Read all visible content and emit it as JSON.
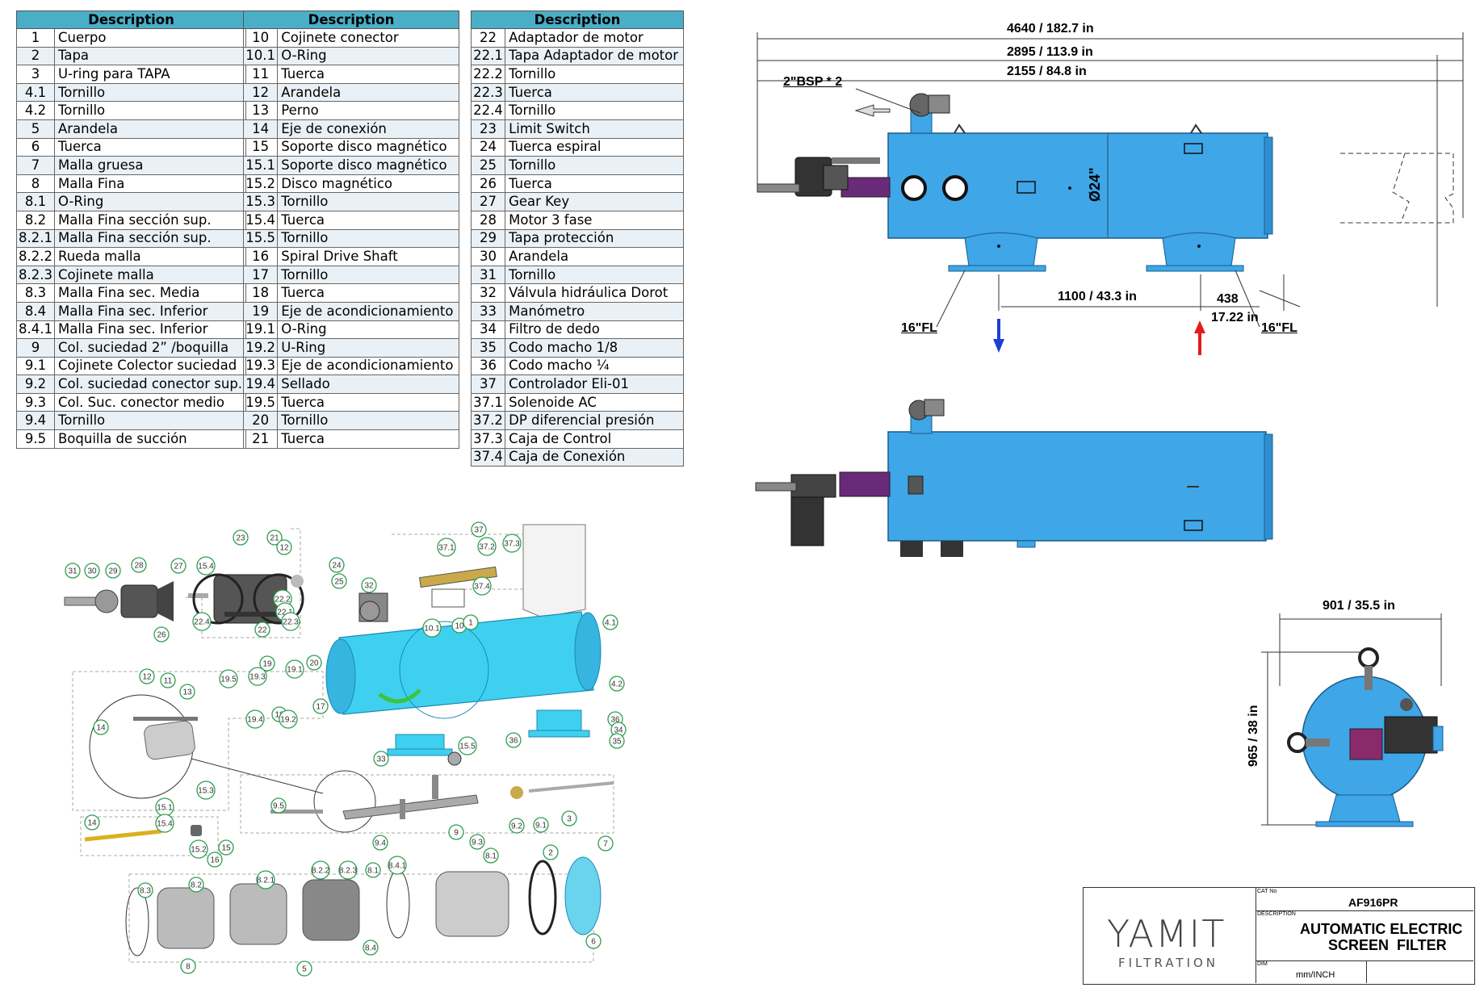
{
  "tables": [
    {
      "header": "Description",
      "rows": [
        {
          "num": "1",
          "desc": "Cuerpo"
        },
        {
          "num": "2",
          "desc": "Tapa"
        },
        {
          "num": "3",
          "desc": "U-ring para TAPA"
        },
        {
          "num": "4.1",
          "desc": "Tornillo"
        },
        {
          "num": "4.2",
          "desc": "Tornillo"
        },
        {
          "num": "5",
          "desc": "Arandela"
        },
        {
          "num": "6",
          "desc": "Tuerca"
        },
        {
          "num": "7",
          "desc": "Malla gruesa"
        },
        {
          "num": "8",
          "desc": "Malla Fina"
        },
        {
          "num": "8.1",
          "desc": "O-Ring"
        },
        {
          "num": "8.2",
          "desc": "Malla Fina sección sup."
        },
        {
          "num": "8.2.1",
          "desc": "Malla Fina sección sup."
        },
        {
          "num": "8.2.2",
          "desc": "Rueda malla"
        },
        {
          "num": "8.2.3",
          "desc": "Cojinete malla"
        },
        {
          "num": "8.3",
          "desc": "Malla Fina sec. Media"
        },
        {
          "num": "8.4",
          "desc": "Malla Fina sec. Inferior"
        },
        {
          "num": "8.4.1",
          "desc": "Malla Fina sec. Inferior"
        },
        {
          "num": "9",
          "desc": "Col. suciedad 2” /boquilla"
        },
        {
          "num": "9.1",
          "desc": "Cojinete Colector suciedad"
        },
        {
          "num": "9.2",
          "desc": "Col. suciedad conector sup."
        },
        {
          "num": "9.3",
          "desc": "Col. Suc. conector medio"
        },
        {
          "num": "9.4",
          "desc": "Tornillo"
        },
        {
          "num": "9.5",
          "desc": "Boquilla de succión"
        }
      ]
    },
    {
      "header": "Description",
      "rows": [
        {
          "num": "10",
          "desc": "Cojinete conector"
        },
        {
          "num": "10.1",
          "desc": "O-Ring"
        },
        {
          "num": "11",
          "desc": "Tuerca"
        },
        {
          "num": "12",
          "desc": "Arandela"
        },
        {
          "num": "13",
          "desc": "Perno"
        },
        {
          "num": "14",
          "desc": "Eje de conexión"
        },
        {
          "num": "15",
          "desc": "Soporte disco magnético"
        },
        {
          "num": "15.1",
          "desc": "Soporte disco magnético"
        },
        {
          "num": "15.2",
          "desc": "Disco magnético"
        },
        {
          "num": "15.3",
          "desc": "Tornillo"
        },
        {
          "num": "15.4",
          "desc": "Tuerca"
        },
        {
          "num": "15.5",
          "desc": "Tornillo"
        },
        {
          "num": "16",
          "desc": "Spiral Drive Shaft"
        },
        {
          "num": "17",
          "desc": "Tornillo"
        },
        {
          "num": "18",
          "desc": "Tuerca"
        },
        {
          "num": "19",
          "desc": "Eje de acondicionamiento"
        },
        {
          "num": "19.1",
          "desc": "O-Ring"
        },
        {
          "num": "19.2",
          "desc": "U-Ring"
        },
        {
          "num": "19.3",
          "desc": "Eje de acondicionamiento"
        },
        {
          "num": "19.4",
          "desc": "Sellado"
        },
        {
          "num": "19.5",
          "desc": "Tuerca"
        },
        {
          "num": "20",
          "desc": "Tornillo"
        },
        {
          "num": "21",
          "desc": "Tuerca"
        }
      ]
    },
    {
      "header": "Description",
      "rows": [
        {
          "num": "22",
          "desc": "Adaptador de motor"
        },
        {
          "num": "22.1",
          "desc": "Tapa Adaptador de motor"
        },
        {
          "num": "22.2",
          "desc": "Tornillo"
        },
        {
          "num": "22.3",
          "desc": "Tuerca"
        },
        {
          "num": "22.4",
          "desc": "Tornillo"
        },
        {
          "num": "23",
          "desc": "Limit Switch"
        },
        {
          "num": "24",
          "desc": "Tuerca espiral"
        },
        {
          "num": "25",
          "desc": "Tornillo"
        },
        {
          "num": "26",
          "desc": "Tuerca"
        },
        {
          "num": "27",
          "desc": "Gear Key"
        },
        {
          "num": "28",
          "desc": "Motor 3 fase"
        },
        {
          "num": "29",
          "desc": "Tapa protección"
        },
        {
          "num": "30",
          "desc": "Arandela"
        },
        {
          "num": "31",
          "desc": "Tornillo"
        },
        {
          "num": "32",
          "desc": "Válvula  hidráulica Dorot"
        },
        {
          "num": "33",
          "desc": "Manómetro"
        },
        {
          "num": "34",
          "desc": "Filtro de dedo"
        },
        {
          "num": "35",
          "desc": "Codo macho 1/8"
        },
        {
          "num": "36",
          "desc": "Codo macho ¼"
        },
        {
          "num": "37",
          "desc": "Controlador Eli-01"
        },
        {
          "num": "37.1",
          "desc": "Solenoide AC"
        },
        {
          "num": "37.2",
          "desc": "DP diferencial presión"
        },
        {
          "num": "37.3",
          "desc": "Caja de Control"
        },
        {
          "num": "37.4",
          "desc": "Caja de Conexión"
        }
      ]
    }
  ],
  "dimensions": {
    "total_length": "4640 / 182.7 in",
    "length_2": "2895 / 113.9 in",
    "length_3": "2155 / 84.8 in",
    "bsp": "2\"BSP * 2",
    "diameter": "Ø24\"",
    "flange_spacing": "1100 / 43.3 in",
    "offset_mm": "438",
    "offset_in": "17.22 in",
    "flange_left": "16\"FL",
    "flange_right": "16\"FL",
    "width": "901 / 35.5 in",
    "height": "965 / 38 in"
  },
  "callouts": [
    "31",
    "30",
    "29",
    "28",
    "27",
    "15.4",
    "23",
    "21",
    "12",
    "24",
    "25",
    "26",
    "22.4",
    "22.2",
    "22.1",
    "22.3",
    "22",
    "32",
    "37",
    "37.1",
    "37.2",
    "37.3",
    "37.4",
    "10.1",
    "10",
    "1",
    "4.1",
    "12",
    "11",
    "13",
    "14",
    "19",
    "19.5",
    "19.3",
    "19.1",
    "20",
    "18",
    "19.4",
    "19.2",
    "17",
    "4.2",
    "36",
    "34",
    "35",
    "36",
    "33",
    "15.5",
    "15.3",
    "15.1",
    "15.4",
    "15.2",
    "15",
    "16",
    "14",
    "9.5",
    "9.4",
    "9",
    "9.3",
    "9.2",
    "9.1",
    "3",
    "2",
    "7",
    "8.1",
    "8.3",
    "8.2.1",
    "8.2.2",
    "8.2.3",
    "8.1",
    "8.4.1",
    "8.2",
    "8.4",
    "8",
    "5",
    "6"
  ],
  "title_block": {
    "logo_main": "YAMIT",
    "logo_sub": "FILTRATION",
    "cat_label": "CAT No",
    "cat_value": "AF916PR",
    "desc_label": "DESCRIPTION",
    "desc_line1": "AUTOMATIC ELECTRIC",
    "desc_line2": "SCREEN  FILTER",
    "dim_label": "DIM",
    "dim_value": "mm/INCH"
  },
  "colors": {
    "body_blue": "#3fa6e8",
    "header_teal": "#4aaec7",
    "callout_green": "#2e9e4f",
    "inlet_red": "#e41b1b",
    "outlet_blue": "#1c3fd6"
  }
}
